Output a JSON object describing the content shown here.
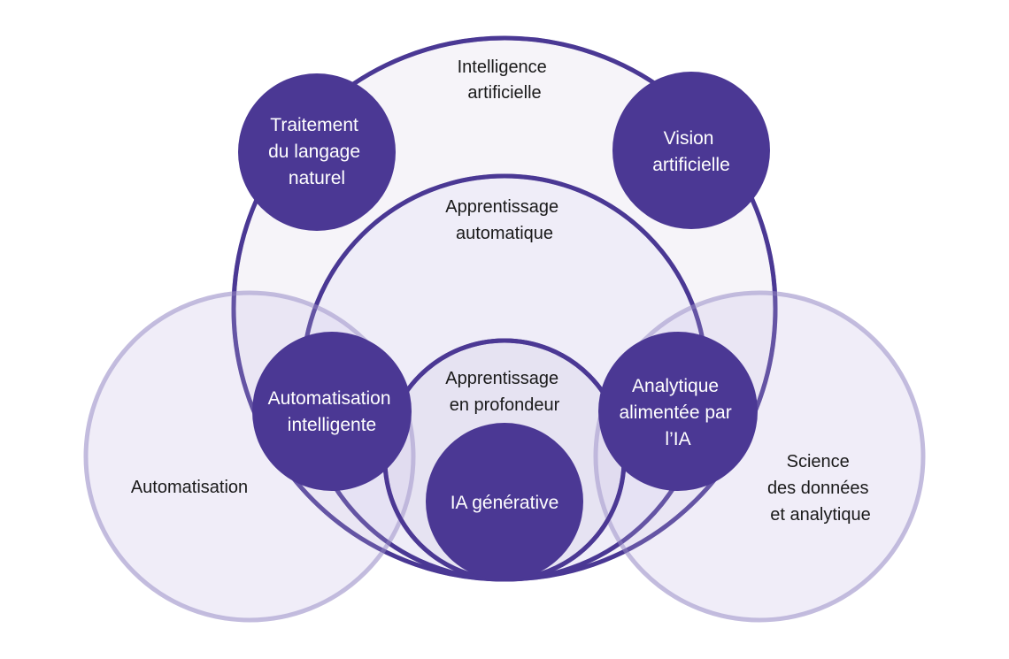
{
  "diagram": {
    "title": "AI concepts Venn diagram",
    "colors": {
      "accent_dark": "#4b3894",
      "side_circle_stroke": "#b9b0d8",
      "side_circle_fill": "#efedf8",
      "ai_fill": "#f6f4f9",
      "ml_fill": "#efedf8",
      "dl_fill": "#e6e3f2",
      "text_dark": "#1a1a1a",
      "text_light": "#ffffff"
    },
    "domains": [
      {
        "id": "automatisation",
        "lines": [
          "Automatisation"
        ]
      },
      {
        "id": "science-donnees",
        "lines": [
          "Science",
          "des données",
          "et analytique"
        ]
      }
    ],
    "nested": [
      {
        "id": "intelligence-artificielle",
        "lines": [
          "Intelligence",
          "artificielle"
        ]
      },
      {
        "id": "apprentissage-automatique",
        "lines": [
          "Apprentissage",
          "automatique"
        ]
      },
      {
        "id": "apprentissage-profondeur",
        "lines": [
          "Apprentissage",
          "en profondeur"
        ]
      }
    ],
    "applications": [
      {
        "id": "traitement-langage-naturel",
        "lines": [
          "Traitement",
          "du langage",
          "naturel"
        ]
      },
      {
        "id": "vision-artificielle",
        "lines": [
          "Vision",
          "artificielle"
        ]
      },
      {
        "id": "automatisation-intelligente",
        "lines": [
          "Automatisation",
          "intelligente"
        ]
      },
      {
        "id": "analytique-ia",
        "lines": [
          "Analytique",
          "alimentée par",
          "l’IA"
        ]
      },
      {
        "id": "ia-generative",
        "lines": [
          "IA générative"
        ]
      }
    ]
  }
}
